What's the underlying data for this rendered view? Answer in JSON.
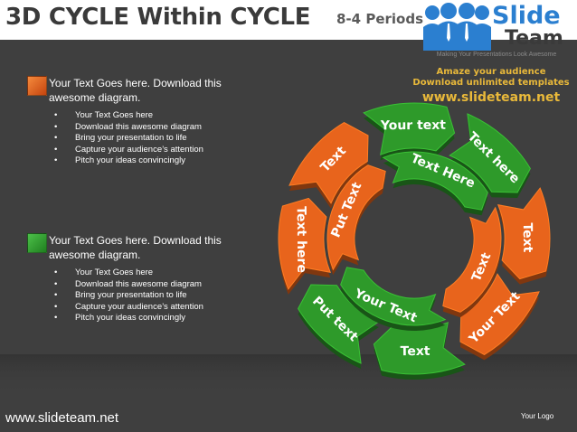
{
  "header": {
    "title": "3D CYCLE Within CYCLE",
    "subtitle": "8-4 Periods"
  },
  "logo": {
    "word1": "Slide",
    "word2": "Team",
    "tagline": "Making Your Presentations Look Awesome"
  },
  "promo": {
    "line1": "Amaze your audience",
    "line2": "Download unlimited templates",
    "url": "www.slideteam.net"
  },
  "sections": [
    {
      "heading": "Your Text Goes here. Download this awesome diagram.",
      "icon": "orange-square-icon",
      "color": "#e8641c",
      "bullets": [
        "Your Text Goes here",
        "Download this awesome diagram",
        "Bring your presentation to life",
        "Capture your audience’s attention",
        "Pitch your ideas convincingly"
      ]
    },
    {
      "heading": "Your Text Goes here. Download this awesome diagram.",
      "icon": "green-square-icon",
      "color": "#2e9a2a",
      "bullets": [
        "Your Text Goes here",
        "Download this awesome diagram",
        "Bring your presentation to life",
        "Capture your audience’s attention",
        "Pitch your ideas convincingly"
      ]
    }
  ],
  "outer_ring": {
    "labels": [
      "Text here",
      "Text",
      "Your Text",
      "Text",
      "Put text",
      "Text here",
      "Text",
      "Your text"
    ],
    "colors": [
      "#2e9a2a",
      "#e8641c",
      "#e8641c",
      "#2e9a2a",
      "#2e9a2a",
      "#e8641c",
      "#e8641c",
      "#2e9a2a"
    ]
  },
  "inner_ring": {
    "labels": [
      "Text",
      "Your Text",
      "Put Text",
      "Text Here"
    ],
    "colors": [
      "#e8641c",
      "#2e9a2a",
      "#e8641c",
      "#2e9a2a"
    ]
  },
  "footer": {
    "url": "www.slideteam.net",
    "logo_text": "Your Logo"
  }
}
